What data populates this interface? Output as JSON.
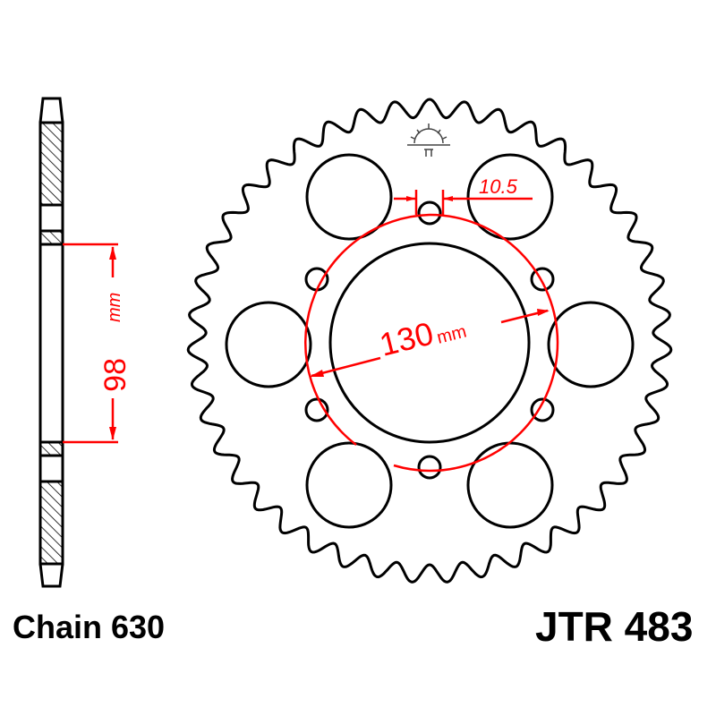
{
  "labels": {
    "chain": "Chain 630",
    "part_number": "JTR 483"
  },
  "dimensions": {
    "pcd_value": "130",
    "pcd_unit": "mm",
    "bolt_hole": "10.5",
    "hub_width_value": "98",
    "hub_width_unit": "mm"
  },
  "logo": "JT Sprockets logo",
  "colors": {
    "line": "#000000",
    "dimension": "#ff0000"
  }
}
